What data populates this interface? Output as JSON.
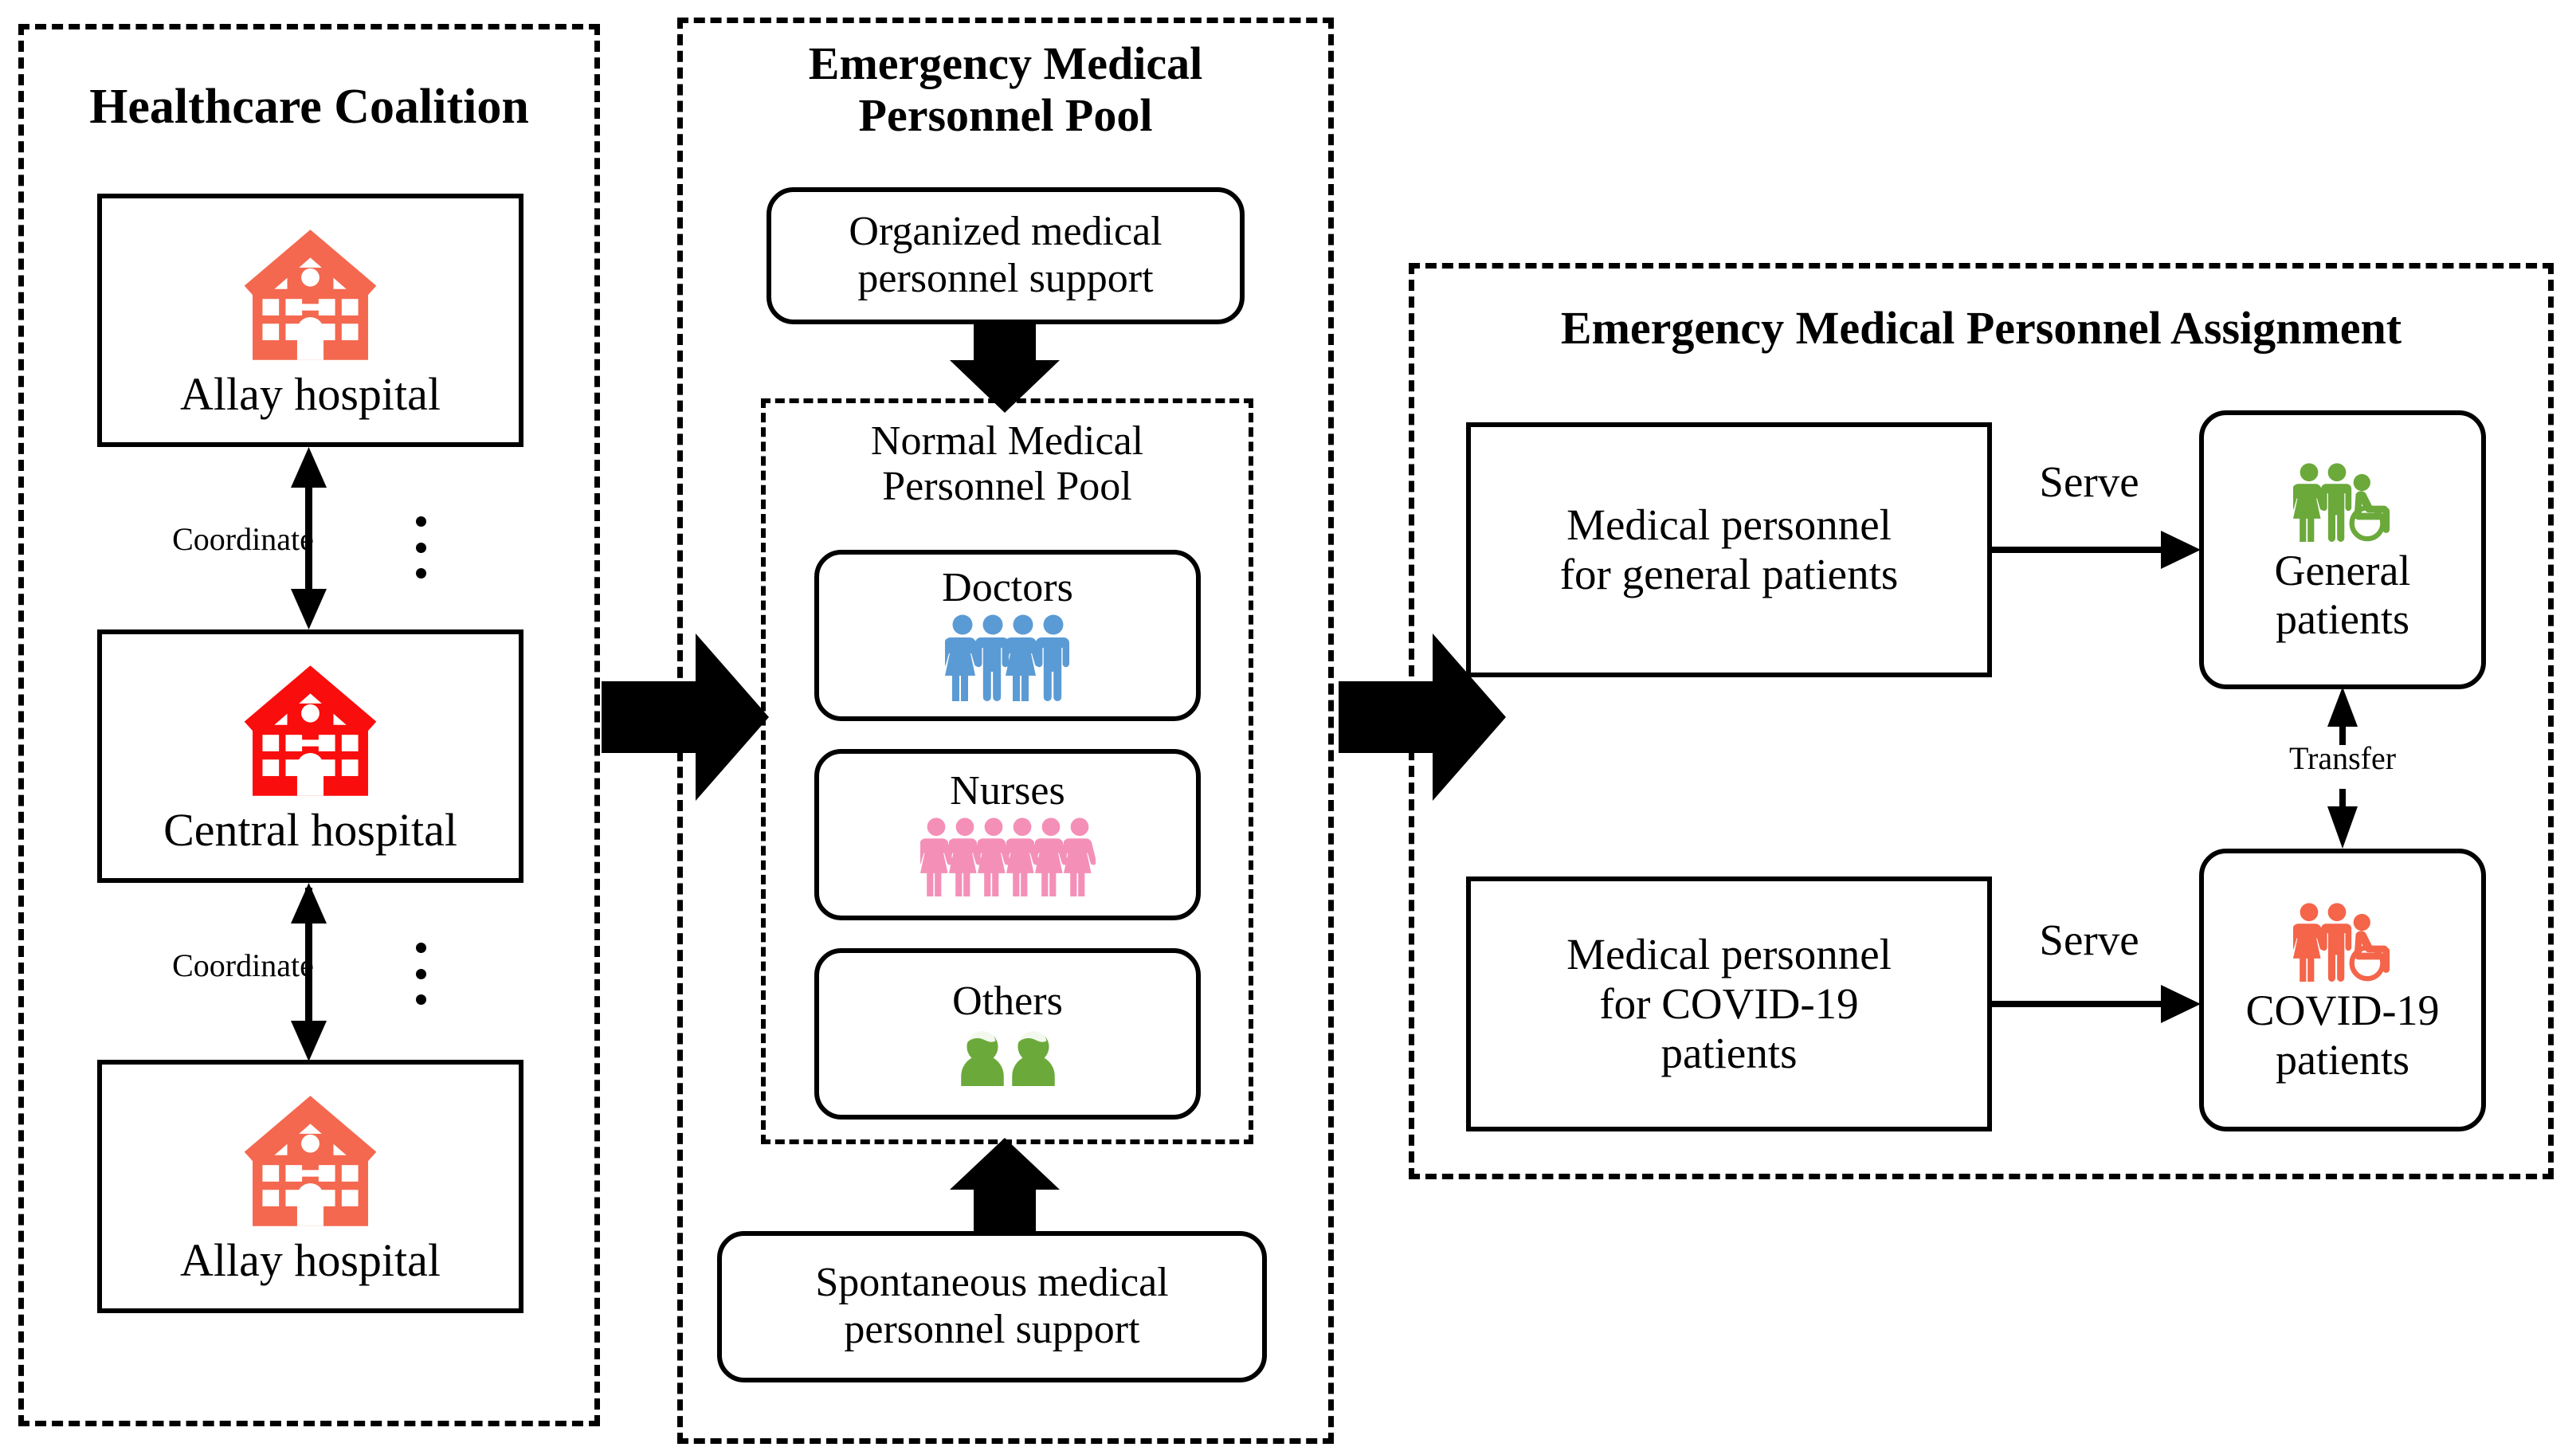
{
  "panels": {
    "coalition": {
      "title": "Healthcare Coalition"
    },
    "pool": {
      "title": "Emergency Medical\nPersonnel Pool"
    },
    "assignment": {
      "title": "Emergency Medical Personnel Assignment"
    }
  },
  "coalition": {
    "hospitals": [
      {
        "label": "Allay hospital",
        "icon": "hospital-icon",
        "color": "#F4684F"
      },
      {
        "label": "Central hospital",
        "icon": "hospital-icon",
        "color": "#FA0D0D"
      },
      {
        "label": "Allay hospital",
        "icon": "hospital-icon",
        "color": "#F4684F"
      }
    ],
    "links": [
      {
        "label": "Coordinate",
        "ellipsis": "vertical-ellipsis-icon"
      },
      {
        "label": "Coordinate",
        "ellipsis": "vertical-ellipsis-icon"
      }
    ]
  },
  "pool": {
    "organized_support": "Organized medical\npersonnel support",
    "spontaneous_support": "Spontaneous medical\npersonnel support",
    "normal_pool": {
      "title": "Normal Medical\nPersonnel Pool",
      "groups": [
        {
          "label": "Doctors",
          "icon": "people-group-icon",
          "color": "#5B9BD5",
          "count": 4
        },
        {
          "label": "Nurses",
          "icon": "people-group-icon",
          "color": "#F490B8",
          "count": 6
        },
        {
          "label": "Others",
          "icon": "people-bust-icon",
          "color": "#6BA93B",
          "count": 2
        }
      ]
    }
  },
  "assignment": {
    "rows": [
      {
        "source": "Medical personnel\nfor general patients",
        "edge": "Serve",
        "target": "General\npatients",
        "target_icon": "patients-wheelchair-icon",
        "target_color": "#6BA93B"
      },
      {
        "source": "Medical personnel\nfor COVID-19\npatients",
        "edge": "Serve",
        "target": "COVID-19\npatients",
        "target_icon": "patients-wheelchair-icon",
        "target_color": "#F4654A"
      }
    ],
    "transfer": {
      "label": "Transfer",
      "icon": "bidirectional-arrow-icon"
    }
  },
  "flow_arrows": [
    {
      "name": "coalition-to-pool-arrow",
      "direction": "right"
    },
    {
      "name": "pool-to-assignment-arrow",
      "direction": "right"
    },
    {
      "name": "organized-support-arrow",
      "direction": "down"
    },
    {
      "name": "spontaneous-support-arrow",
      "direction": "up"
    }
  ],
  "colors": {
    "allay_hospital": "#F4684F",
    "central_hospital": "#FA0D0D",
    "doctors": "#5B9BD5",
    "nurses": "#F490B8",
    "others": "#6BA93B",
    "general_patients": "#6BA93B",
    "covid_patients": "#F4654A",
    "stroke": "#000000"
  }
}
